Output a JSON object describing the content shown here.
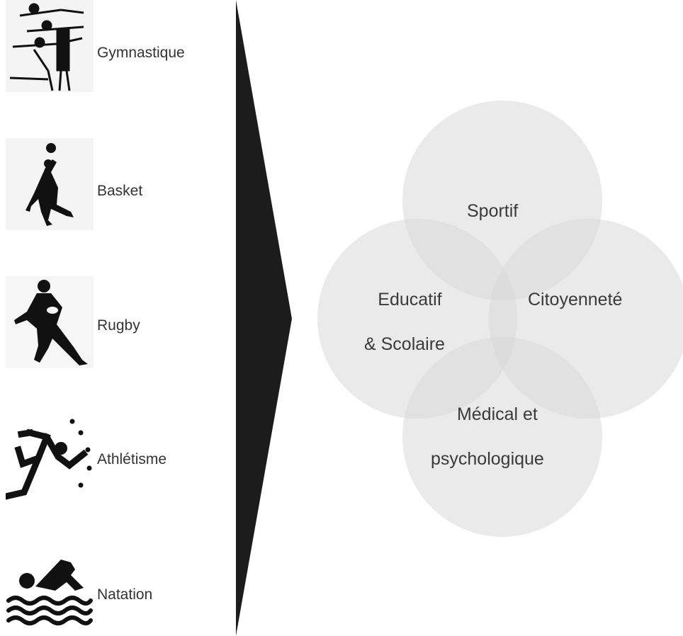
{
  "sports": [
    {
      "label": "Gymnastique",
      "icon": "gymnastics-icon"
    },
    {
      "label": "Basket",
      "icon": "basketball-player-icon"
    },
    {
      "label": "Rugby",
      "icon": "rugby-player-icon"
    },
    {
      "label": "Athlétisme",
      "icon": "runner-icon"
    },
    {
      "label": "Natation",
      "icon": "swimmer-icon"
    }
  ],
  "venn": {
    "sportif": "Sportif",
    "educatif_line1": "Educatif",
    "educatif_line2": "& Scolaire",
    "citoyennete": "Citoyenneté",
    "medical_line1": "Médical et",
    "medical_line2": "psychologique"
  },
  "colors": {
    "circle_fill": "#d8d8d8",
    "arrow": "#1c1c1c",
    "icon": "#111111"
  }
}
